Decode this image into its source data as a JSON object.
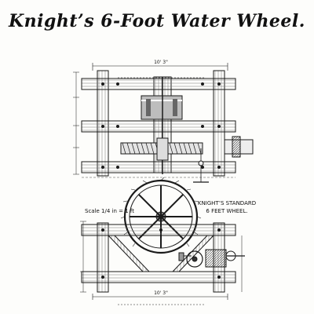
{
  "title": "Knight’s 6-Foot Water Wheel.",
  "scale_label": "Scale 1/4 in = 1 ft",
  "standard_caption": {
    "line1": "KNIGHT’S STANDARD",
    "line2": "6 FEET WHEEL."
  },
  "dimensions": {
    "top_width": "10' 3\"",
    "bottom_width": "10' 3\""
  },
  "colors": {
    "ink": "#1a1a1a",
    "paper": "#fdfdfb",
    "wood_hatch": "#555555"
  }
}
